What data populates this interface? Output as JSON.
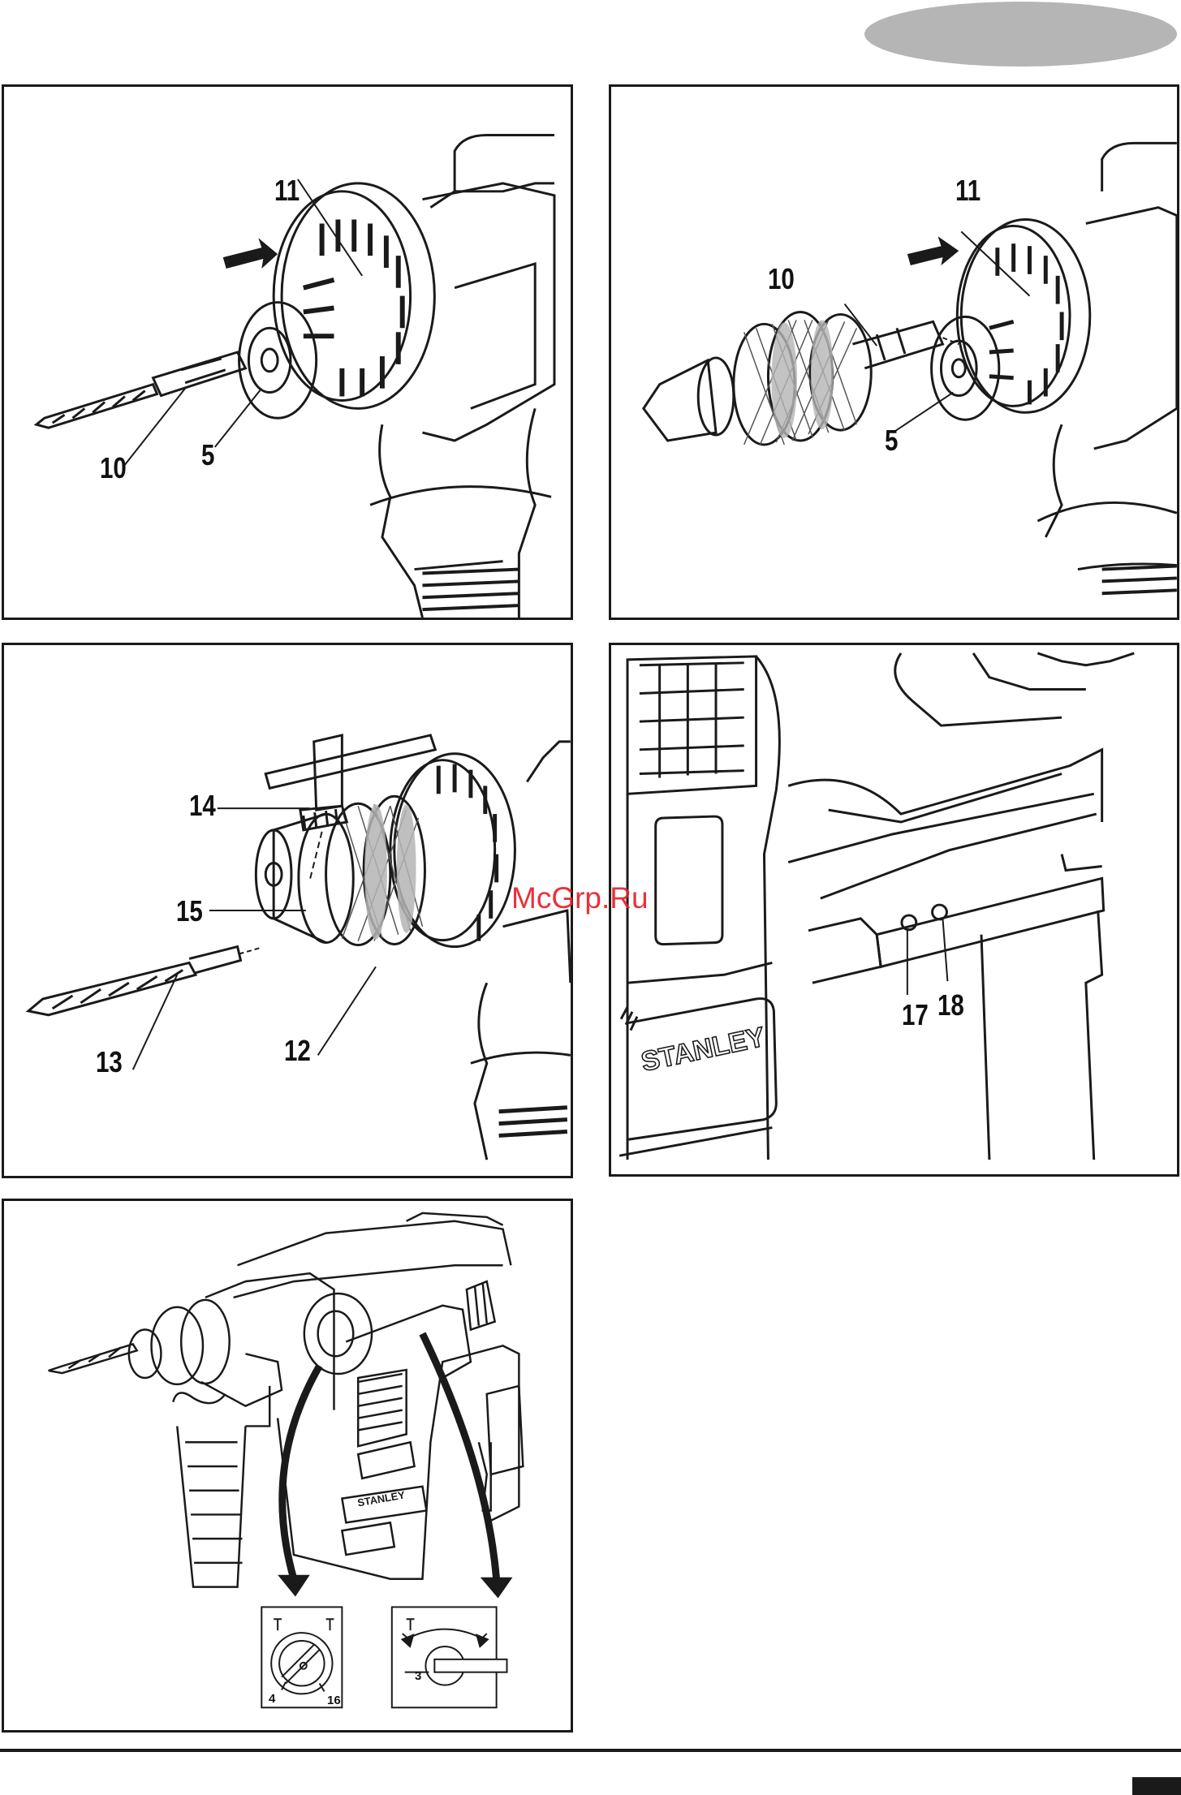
{
  "header": {
    "language_tab_color": "#b5b5b5"
  },
  "watermark": {
    "text": "McGrp.Ru",
    "color": "#e8202a"
  },
  "figures": {
    "fig_a": {
      "labels": {
        "chuck_sleeve": "11",
        "tool_holder": "5",
        "sds_bit": "10"
      }
    },
    "fig_b": {
      "labels": {
        "chuck_sleeve": "11",
        "adaptor_shank": "10",
        "tool_holder": "5"
      }
    },
    "fig_c": {
      "labels": {
        "chuck_key": "14",
        "key_hole": "15",
        "drill_bit": "13",
        "keyed_chuck": "12"
      }
    },
    "fig_d": {
      "labels": {
        "led_one": "17",
        "led_two": "18"
      },
      "brand": "STANLEY"
    },
    "fig_e": {
      "labels": {
        "mode_button": "4",
        "mode_selector": "16",
        "switch": "3"
      },
      "brand": "STANLEY"
    }
  }
}
